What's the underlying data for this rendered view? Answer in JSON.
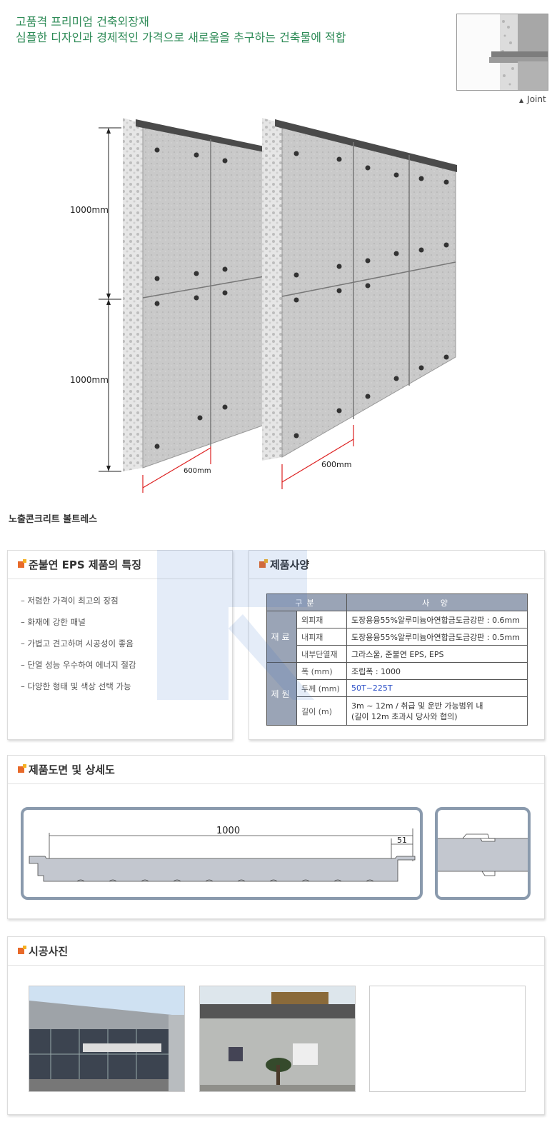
{
  "header": {
    "line1": "고품격 프리미엄 건축외장재",
    "line2": "심플한 디자인과 경제적인 가격으로 새로움을 추구하는 건축물에 적합"
  },
  "joint": {
    "label": "Joint"
  },
  "illustration": {
    "dim_height_top": "1000mm",
    "dim_height_bottom": "1000mm",
    "dim_width_left": "600mm",
    "dim_width_right": "600mm"
  },
  "caption": "노출콘크리트 볼트레스",
  "features_panel": {
    "title": "준불연 EPS 제품의 특징",
    "items": [
      "– 저렴한 가격이 최고의 장점",
      "– 화재에 강한 패널",
      "– 가볍고 견고하며 시공성이 좋음",
      "– 단열 성능 우수하여 에너지 절감",
      "– 다양한 형태 및 색상 선택 가능"
    ]
  },
  "spec_panel": {
    "title": "제품사양",
    "col1": "구분",
    "col2": "사 양",
    "group1": "재료",
    "group2": "제원",
    "rows": [
      {
        "label": "외피재",
        "value": "도장용융55%알루미늄아연합금도금강판 : 0.6mm"
      },
      {
        "label": "내피재",
        "value": "도장용융55%알루미늄아연합금도금강판 : 0.5mm"
      },
      {
        "label": "내부단열재",
        "value": "그라스울, 준불연 EPS, EPS"
      },
      {
        "label": "폭 (mm)",
        "value": "조립폭 : 1000"
      },
      {
        "label": "두께 (mm)",
        "value": "50T~225T"
      },
      {
        "label": "길이 (m)",
        "value": "3m ~ 12m / 취급 및 운반 가능범위 내",
        "value2": "(길이 12m 초과시 당사와 협의)"
      }
    ]
  },
  "drawing_panel": {
    "title": "제품도면 및 상세도",
    "dim_main": "1000",
    "dim_small": "51"
  },
  "photo_panel": {
    "title": "시공사진"
  },
  "colors": {
    "heading_green": "#2e8b57",
    "table_header": "#9aa4b6",
    "bullet_orange": "#e86a2a",
    "drawing_border": "#8a9aad"
  }
}
